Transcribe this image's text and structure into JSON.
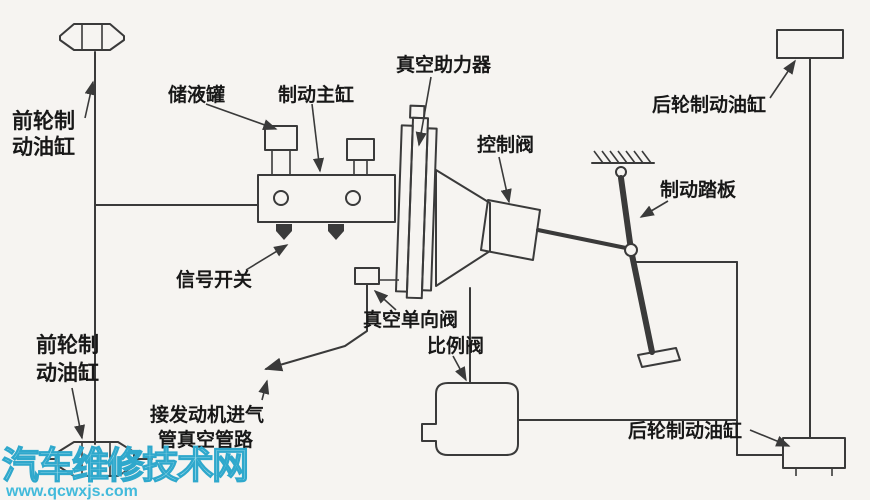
{
  "labels": {
    "front_cylinder_top_1": "前轮制",
    "front_cylinder_top_2": "动油缸",
    "reservoir": "储液罐",
    "master_cylinder": "制动主缸",
    "vacuum_booster": "真空助力器",
    "control_valve": "控制阀",
    "rear_cylinder_top": "后轮制动油缸",
    "brake_pedal": "制动踏板",
    "signal_switch": "信号开关",
    "vacuum_check_valve": "真空单向阀",
    "proportional_valve": "比例阀",
    "front_cylinder_bottom_1": "前轮制",
    "front_cylinder_bottom_2": "动油缸",
    "engine_intake_line_1": "接发动机进气",
    "engine_intake_line_2": "管真空管路",
    "rear_cylinder_bottom": "后轮制动油缸"
  },
  "watermark": {
    "site_name": "汽车维修技术网",
    "site_url": "www.qcwxjs.com"
  },
  "colors": {
    "line": "#3a3a3a",
    "background": "#f6f4f1",
    "watermark": "#2fb4d8"
  }
}
